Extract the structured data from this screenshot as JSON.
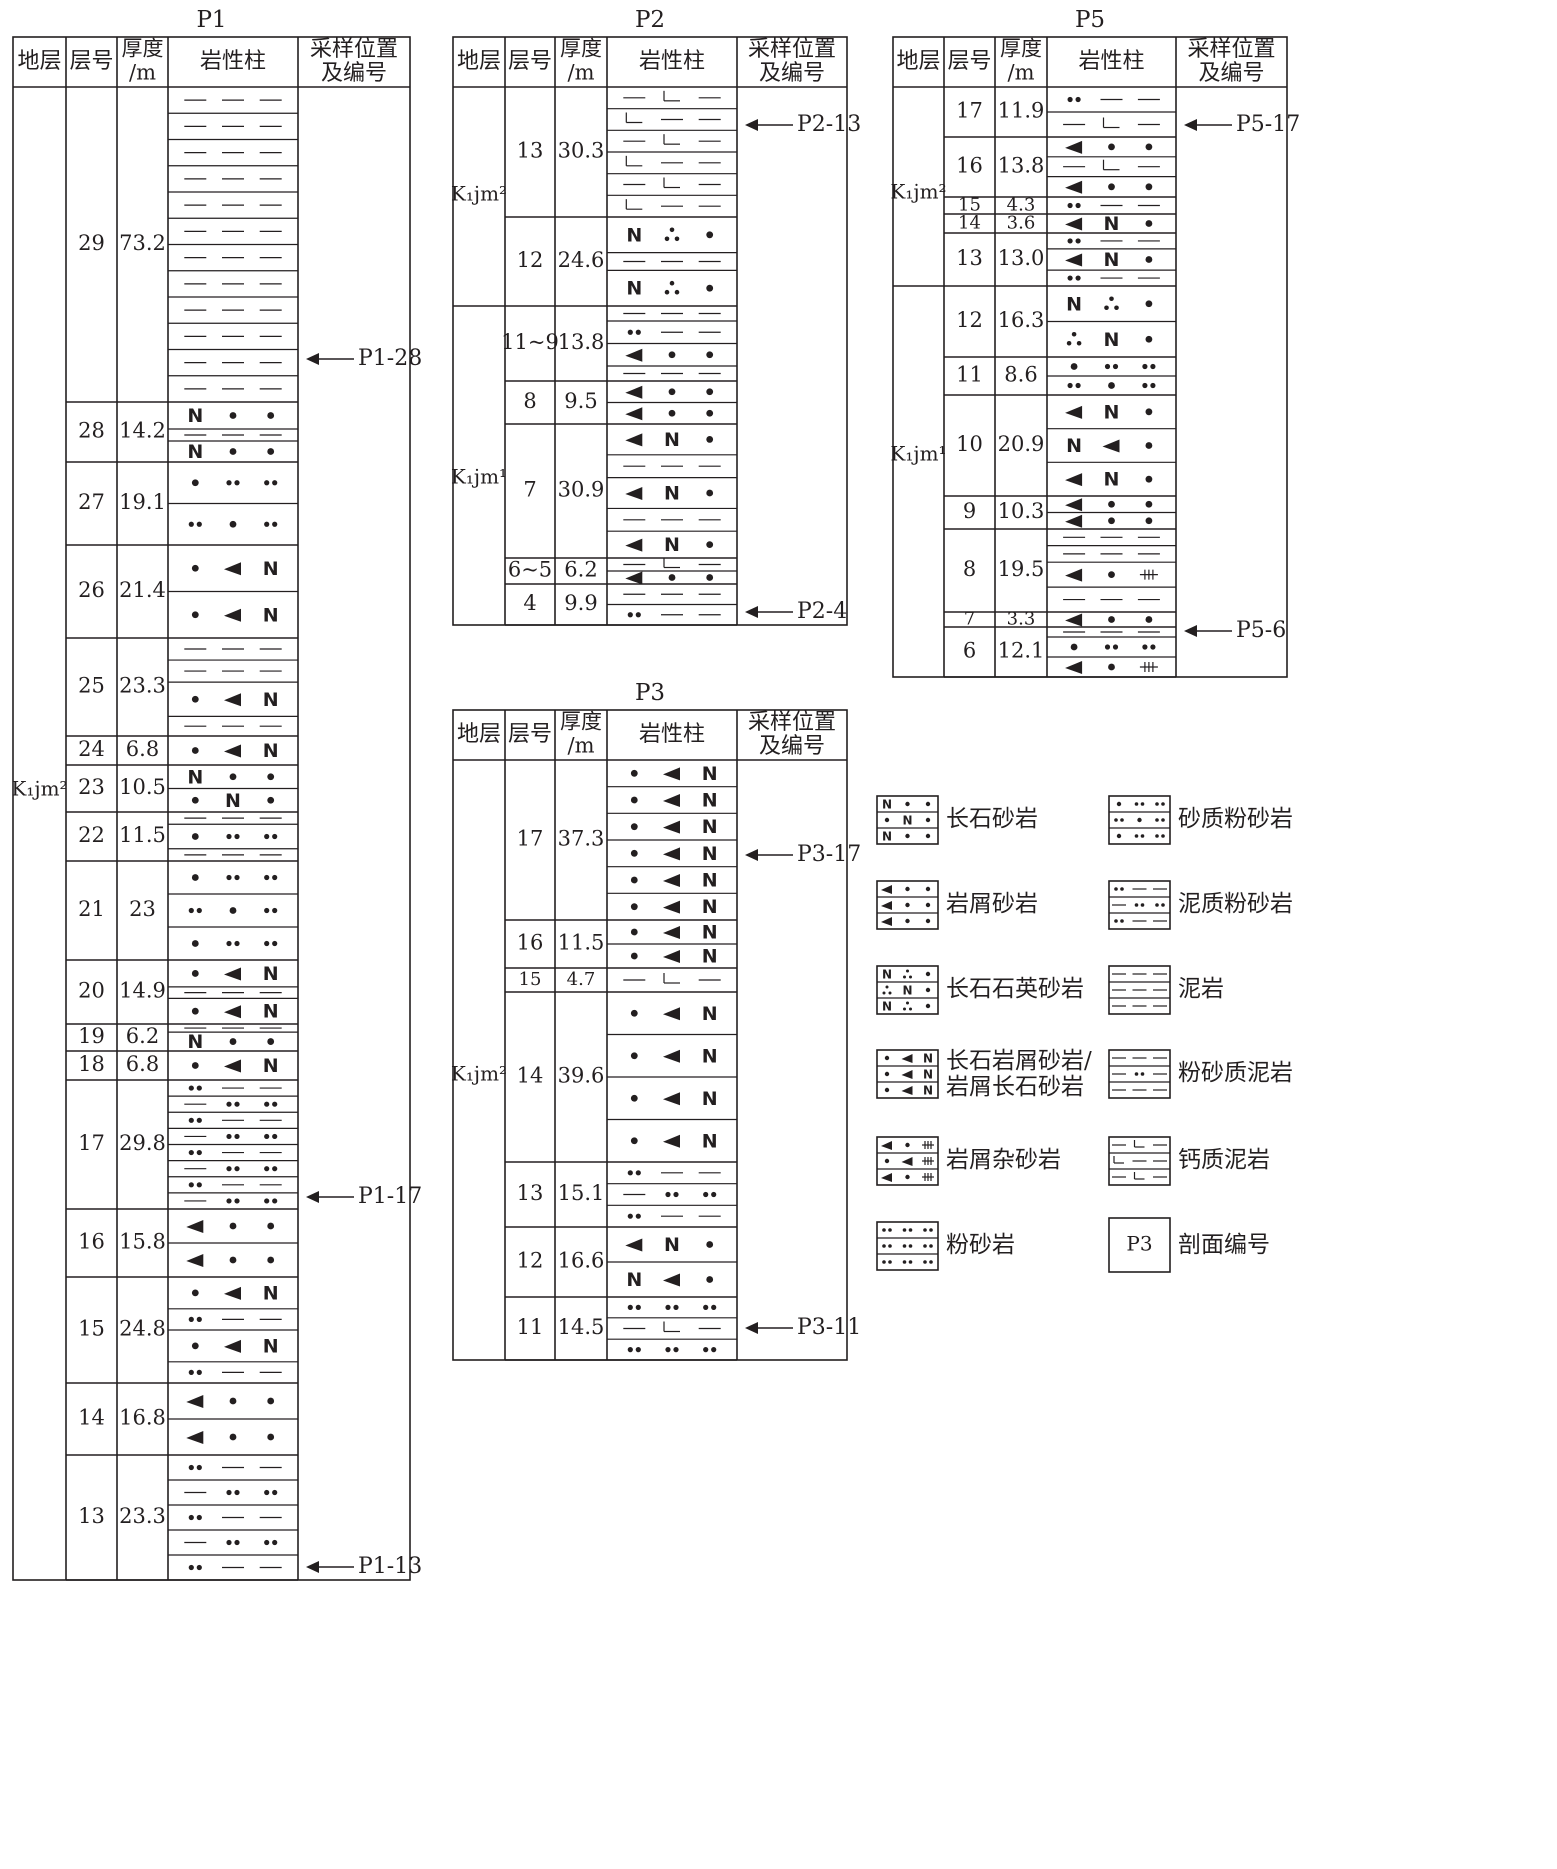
{
  "columns": {
    "stratum": "地层",
    "layer": "层号",
    "thickness_1": "厚度",
    "thickness_2": "/m",
    "column": "岩性柱",
    "sample_1": "采样位置",
    "sample_2": "及编号"
  },
  "sections": [
    {
      "id": "P1",
      "strata": [
        {
          "label": "K₁jm²"
        }
      ],
      "layers": [
        {
          "no": "29",
          "thk": "73.2"
        },
        {
          "no": "28",
          "thk": "14.2"
        },
        {
          "no": "27",
          "thk": "19.1"
        },
        {
          "no": "26",
          "thk": "21.4"
        },
        {
          "no": "25",
          "thk": "23.3"
        },
        {
          "no": "24",
          "thk": "6.8"
        },
        {
          "no": "23",
          "thk": "10.5"
        },
        {
          "no": "22",
          "thk": "11.5"
        },
        {
          "no": "21",
          "thk": "23"
        },
        {
          "no": "20",
          "thk": "14.9"
        },
        {
          "no": "19",
          "thk": "6.2"
        },
        {
          "no": "18",
          "thk": "6.8"
        },
        {
          "no": "17",
          "thk": "29.8"
        },
        {
          "no": "16",
          "thk": "15.8"
        },
        {
          "no": "15",
          "thk": "24.8"
        },
        {
          "no": "14",
          "thk": "16.8"
        },
        {
          "no": "13",
          "thk": "23.3"
        }
      ],
      "samples": [
        "P1-28",
        "P1-17",
        "P1-13"
      ]
    },
    {
      "id": "P2",
      "strata": [
        {
          "label": "K₁jm²"
        },
        {
          "label": "K₁jm¹"
        }
      ],
      "layers": [
        {
          "no": "13",
          "thk": "30.3"
        },
        {
          "no": "12",
          "thk": "24.6"
        },
        {
          "no": "11~9",
          "thk": "13.8"
        },
        {
          "no": "8",
          "thk": "9.5"
        },
        {
          "no": "7",
          "thk": "30.9"
        },
        {
          "no": "6~5",
          "thk": "6.2"
        },
        {
          "no": "4",
          "thk": "9.9"
        }
      ],
      "samples": [
        "P2-13",
        "P2-4"
      ]
    },
    {
      "id": "P3",
      "strata": [
        {
          "label": "K₁jm²"
        }
      ],
      "layers": [
        {
          "no": "17",
          "thk": "37.3"
        },
        {
          "no": "16",
          "thk": "11.5"
        },
        {
          "no": "15",
          "thk": "4.7"
        },
        {
          "no": "14",
          "thk": "39.6"
        },
        {
          "no": "13",
          "thk": "15.1"
        },
        {
          "no": "12",
          "thk": "16.6"
        },
        {
          "no": "11",
          "thk": "14.5"
        }
      ],
      "samples": [
        "P3-17",
        "P3-11"
      ]
    },
    {
      "id": "P5",
      "strata": [
        {
          "label": "K₁jm²"
        },
        {
          "label": "K₁jm¹"
        }
      ],
      "layers": [
        {
          "no": "17",
          "thk": "11.9"
        },
        {
          "no": "16",
          "thk": "13.8"
        },
        {
          "no": "15",
          "thk": "4.3"
        },
        {
          "no": "14",
          "thk": "3.6"
        },
        {
          "no": "13",
          "thk": "13.0"
        },
        {
          "no": "12",
          "thk": "16.3"
        },
        {
          "no": "11",
          "thk": "8.6"
        },
        {
          "no": "10",
          "thk": "20.9"
        },
        {
          "no": "9",
          "thk": "10.3"
        },
        {
          "no": "8",
          "thk": "19.5"
        },
        {
          "no": "7",
          "thk": "3.3"
        },
        {
          "no": "6",
          "thk": "12.1"
        }
      ],
      "samples": [
        "P5-17",
        "P5-6"
      ]
    }
  ],
  "legend": [
    {
      "key": "feldspar_sandstone",
      "label": "长石砂岩"
    },
    {
      "key": "sandy_siltstone",
      "label": "砂质粉砂岩"
    },
    {
      "key": "lithic_sandstone",
      "label": "岩屑砂岩"
    },
    {
      "key": "muddy_siltstone",
      "label": "泥质粉砂岩"
    },
    {
      "key": "feldspar_quartz_sandstone",
      "label": "长石石英砂岩"
    },
    {
      "key": "mudstone",
      "label": "泥岩"
    },
    {
      "key": "feldspathic_lithic_sandstone",
      "label": "长石岩屑砂岩/",
      "label2": "岩屑长石砂岩"
    },
    {
      "key": "silty_mudstone",
      "label": "粉砂质泥岩"
    },
    {
      "key": "lithic_greywacke",
      "label": "岩屑杂砂岩"
    },
    {
      "key": "calcareous_mudstone",
      "label": "钙质泥岩"
    },
    {
      "key": "siltstone",
      "label": "粉砂岩"
    },
    {
      "key": "section_id",
      "label": "剖面编号",
      "box": "P3"
    }
  ]
}
